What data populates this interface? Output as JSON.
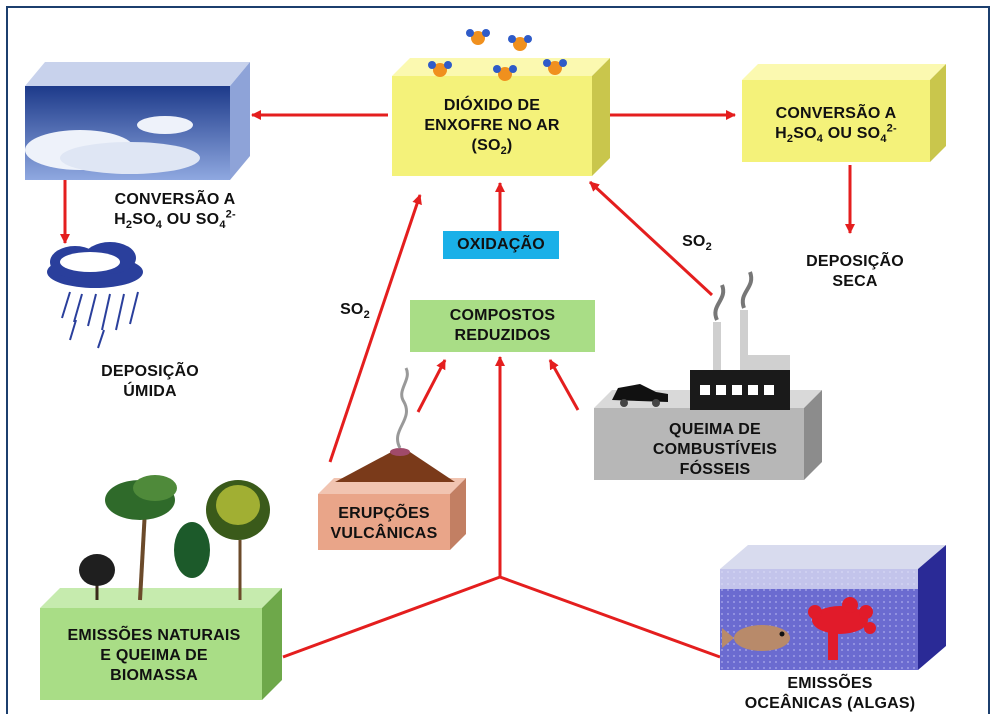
{
  "boxes": {
    "so2_air": {
      "line1": "DIÓXIDO DE",
      "line2": "ENXOFRE NO AR",
      "line3": "(SO",
      "line3_sub": "2",
      "line3_end": ")"
    },
    "conversion_right": {
      "line1": "CONVERSÃO A",
      "h": "H",
      "sub2": "2",
      "so4": "SO",
      "sub4": "4",
      "ou": " OU SO",
      "sub4b": "4",
      "sup": "2-"
    },
    "oxidation": "OXIDAÇÃO",
    "reduced": {
      "line1": "COMPOSTOS",
      "line2": "REDUZIDOS"
    },
    "fossil": {
      "line1": "QUEIMA DE",
      "line2": "COMBUSTÍVEIS",
      "line3": "FÓSSEIS"
    },
    "volcanic": {
      "line1": "ERUPÇÕES",
      "line2": "VULCÂNICAS"
    },
    "natural": {
      "line1": "EMISSÕES NATURAIS",
      "line2": "E QUEIMA DE",
      "line3": "BIOMASSA"
    }
  },
  "labels": {
    "conversion_left": {
      "line1": "CONVERSÃO A",
      "h": "H",
      "sub2": "2",
      "so4": "SO",
      "sub4": "4",
      "ou": " OU SO",
      "sub4b": "4",
      "sup": "2-"
    },
    "wet_deposition": {
      "line1": "DEPOSIÇÃO",
      "line2": "ÚMIDA"
    },
    "dry_deposition": {
      "line1": "DEPOSIÇÃO",
      "line2": "SECA"
    },
    "so2_left": {
      "text": "SO",
      "sub": "2"
    },
    "so2_right": {
      "text": "SO",
      "sub": "2"
    },
    "oceanic": {
      "line1": "EMISSÕES",
      "line2": "OCEÂNICAS (ALGAS)"
    }
  },
  "colors": {
    "arrow": "#e41e1e",
    "yellow_box": "#f4f27a",
    "green_box": "#a9dd86",
    "cyan_box": "#1ab0e8",
    "gray_box": "#b7b7b7",
    "salmon_box": "#e9a589",
    "ocean_box": "#3b3ba8",
    "frame": "#1c3f6e"
  }
}
